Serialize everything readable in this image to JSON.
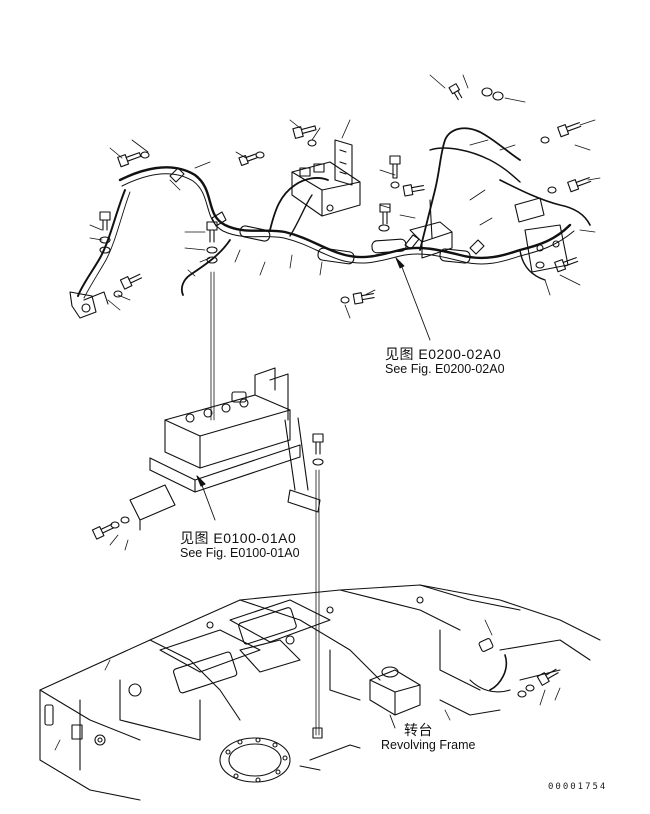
{
  "callouts": {
    "upper_harness_ref": {
      "cn": "见图 E0200-02A0",
      "en": "See Fig. E0200-02A0"
    },
    "battery_ref": {
      "cn": "见图 E0100-01A0",
      "en": "See Fig. E0100-01A0"
    },
    "frame_label": {
      "cn": "转台",
      "en": "Revolving Frame"
    }
  },
  "document_number": "00001754"
}
